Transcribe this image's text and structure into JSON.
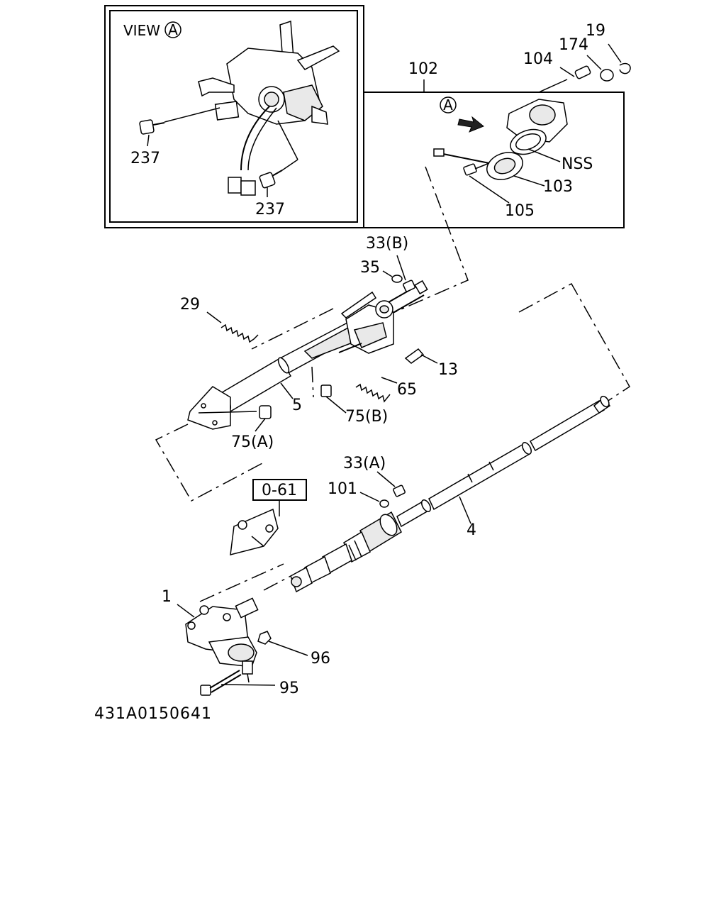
{
  "view_inset": {
    "title": "VIEW",
    "marker": "A",
    "labels": [
      "237",
      "237"
    ]
  },
  "callout_marker": "A",
  "parts": {
    "p102": "102",
    "p104": "104",
    "p174": "174",
    "p19": "19",
    "nss": "NSS",
    "p103": "103",
    "p105": "105",
    "p33b": "33(B)",
    "p35": "35",
    "p29": "29",
    "p13": "13",
    "p65": "65",
    "p5": "5",
    "p75b": "75(B)",
    "p75a": "75(A)",
    "ref_box": "0-61",
    "p33a": "33(A)",
    "p101": "101",
    "p4": "4",
    "p1": "1",
    "p96": "96",
    "p95": "95"
  },
  "drawing_code": "431A0150641"
}
